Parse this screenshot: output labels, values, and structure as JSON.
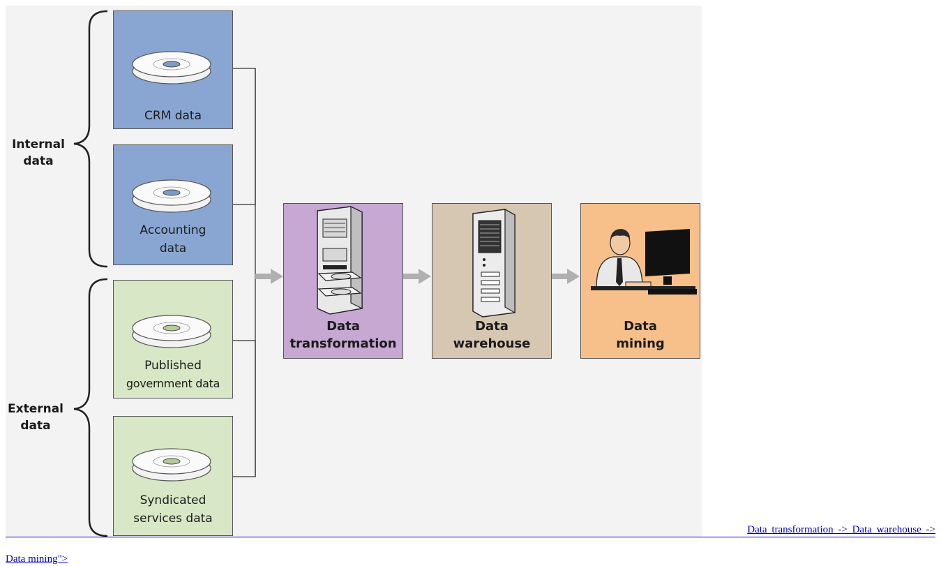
{
  "groups": {
    "internal": "Internal data",
    "internal_line1": "Internal",
    "internal_line2": "data",
    "external_line1": "External",
    "external_line2": "data"
  },
  "sources": [
    {
      "line1": "CRM data",
      "line2": ""
    },
    {
      "line1": "Accounting",
      "line2": "data"
    },
    {
      "line1": "Published",
      "line2": "government data"
    },
    {
      "line1": "Syndicated",
      "line2": "services data"
    }
  ],
  "stages": [
    {
      "line1": "Data",
      "line2": "transformation"
    },
    {
      "line1": "Data",
      "line2": "warehouse"
    },
    {
      "line1": "Data",
      "line2": "mining"
    }
  ],
  "colors": {
    "internal_box": "#89a6d3",
    "external_box": "#d8e7c5",
    "transformation_box": "#c6a8d3",
    "warehouse_box": "#d6c7b3",
    "mining_box": "#f7c08a",
    "arrow": "#b0b0b0"
  },
  "caption": {
    "line1": "Data transformation -> Data warehouse ->",
    "line2": "Data mining\">"
  }
}
